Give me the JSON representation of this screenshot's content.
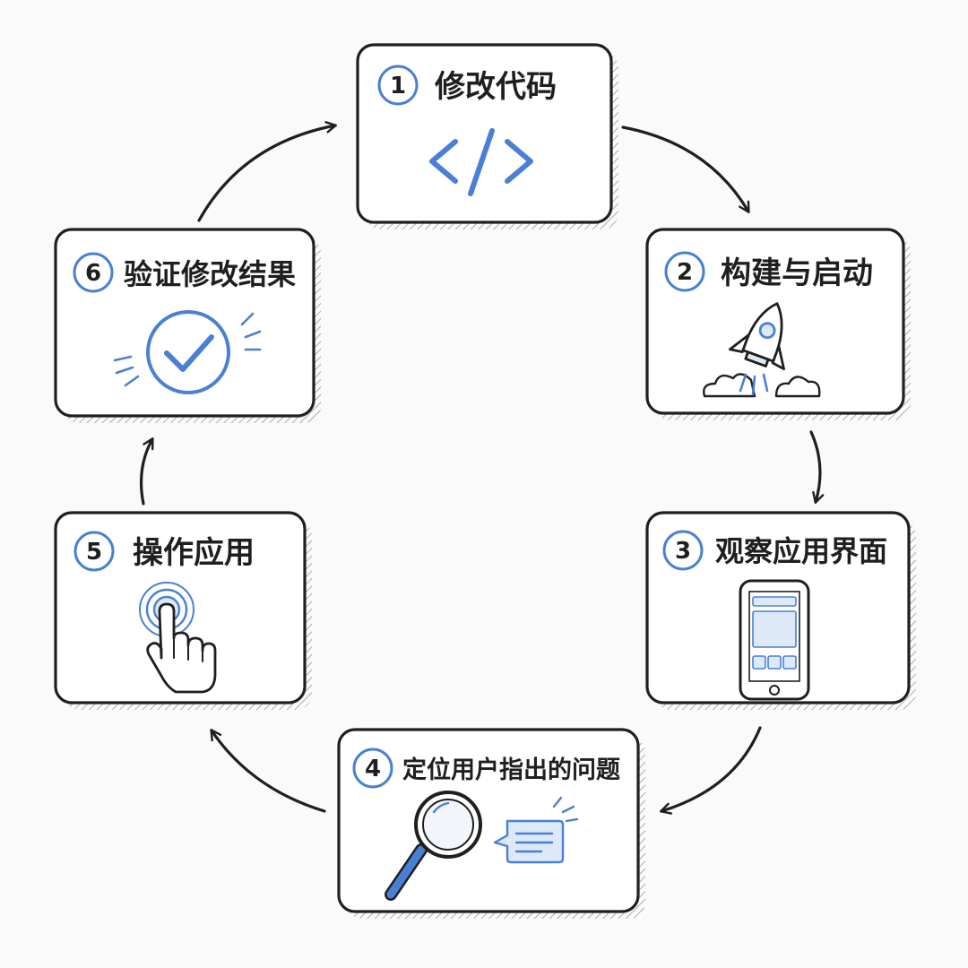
{
  "steps": [
    {
      "number": "1",
      "title": "修改代码",
      "icon": "code-brackets-icon"
    },
    {
      "number": "2",
      "title": "构建与启动",
      "icon": "rocket-icon"
    },
    {
      "number": "3",
      "title": "观察应用界面",
      "icon": "mobile-phone-icon"
    },
    {
      "number": "4",
      "title": "定位用户指出的问题",
      "icon": "magnifier-chat-icon"
    },
    {
      "number": "5",
      "title": "操作应用",
      "icon": "tap-hand-icon"
    },
    {
      "number": "6",
      "title": "验证修改结果",
      "icon": "check-circle-icon"
    }
  ],
  "colors": {
    "ink": "#1f1f1f",
    "accent": "#4a80d3",
    "accent_light": "#dde8f8",
    "card_bg": "#ffffff",
    "background": "#fafafa"
  }
}
